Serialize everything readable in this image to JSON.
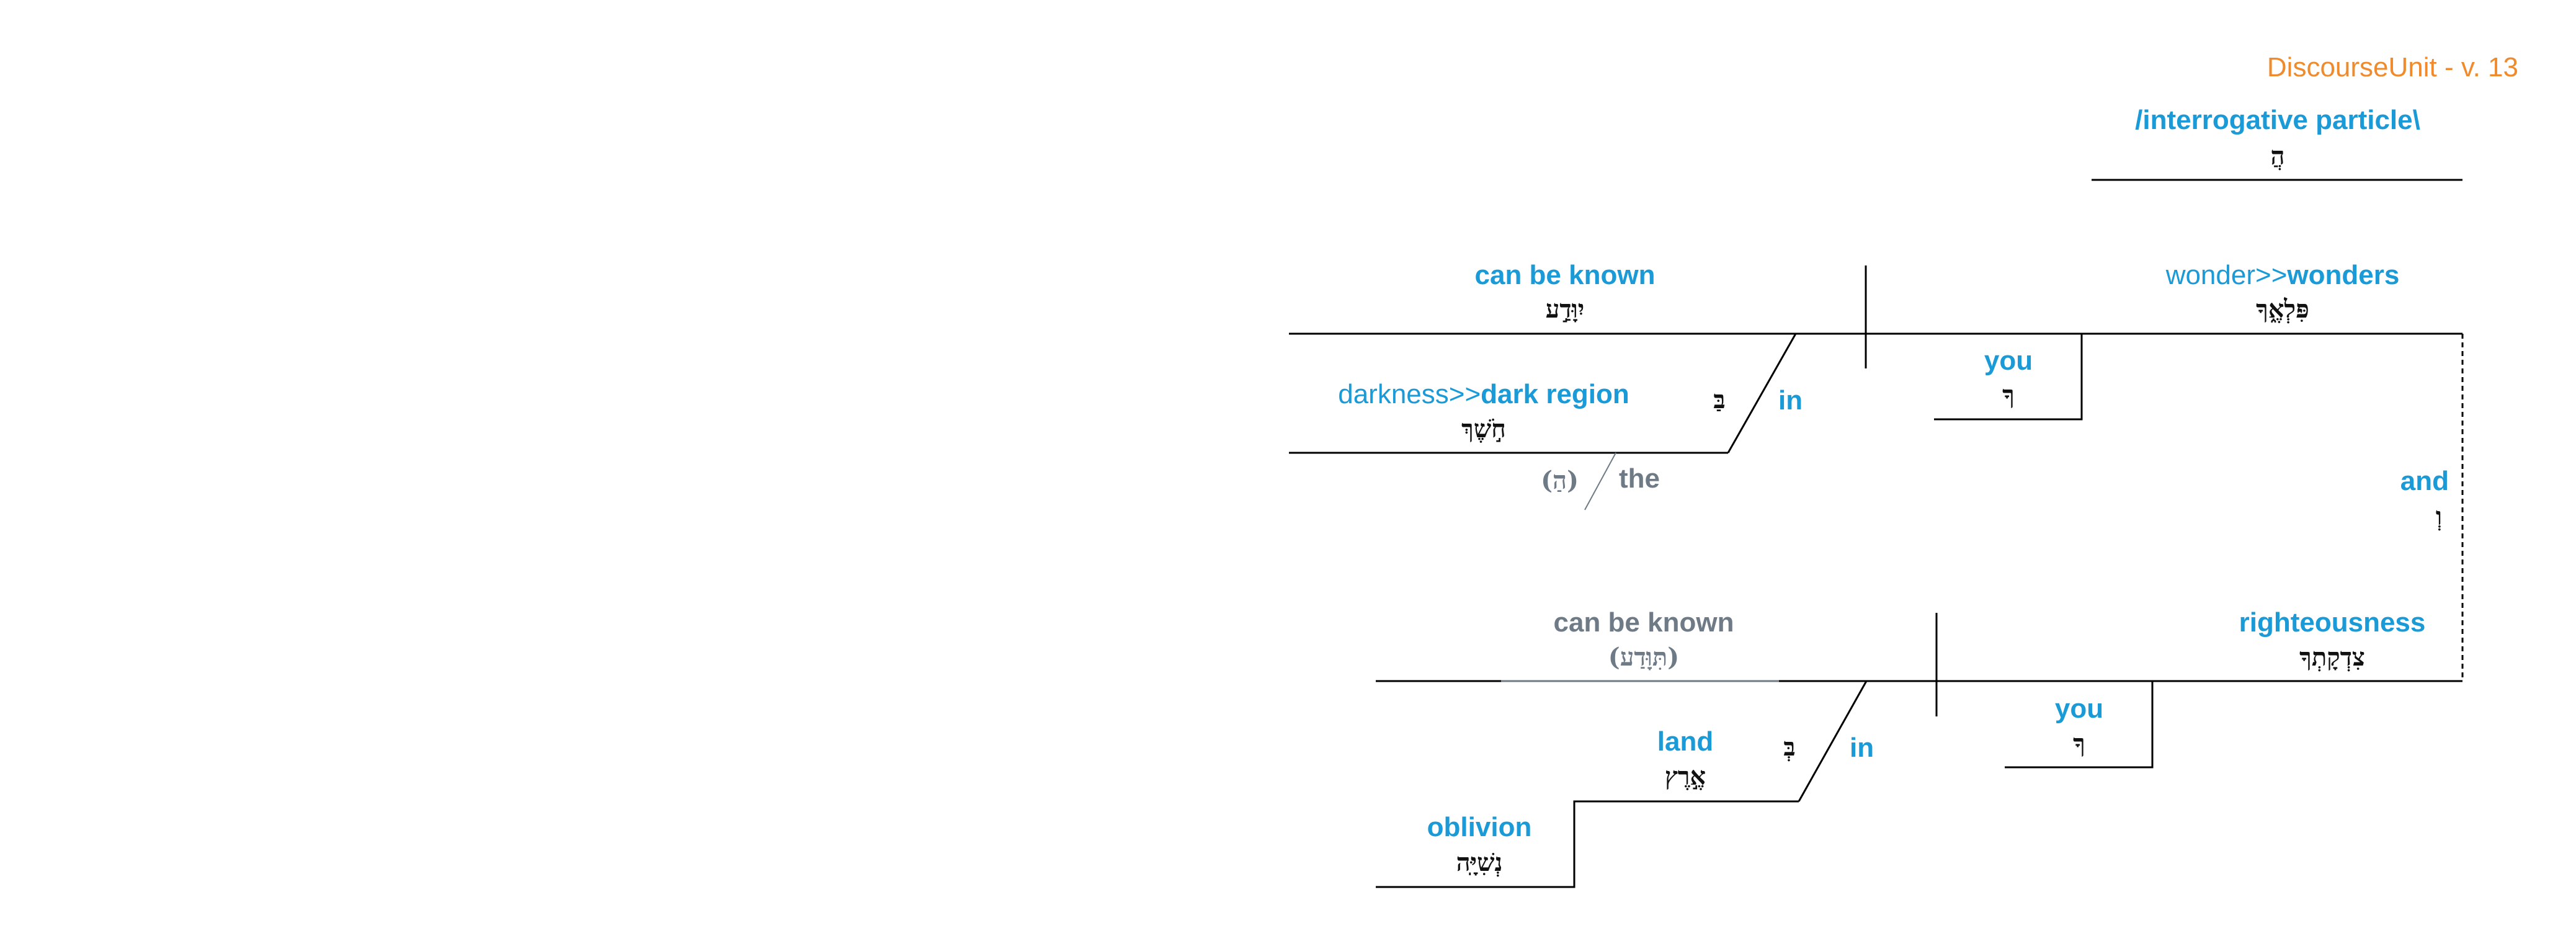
{
  "colors": {
    "gloss": "#1a9ad6",
    "implied": "#6f7a87",
    "heading": "#ef8b2c",
    "hebrew": "#111111"
  },
  "heading": "DiscourseUnit - v. 13",
  "clause1": {
    "interrogative": {
      "gloss": "/interrogative particle\\",
      "hebrew": "הֲ"
    },
    "subject": {
      "gloss_plain": "wonder>>",
      "gloss_bold": "wonders",
      "hebrew": "פִּלְאֶ֑ךָ"
    },
    "verb": {
      "gloss": "can be known",
      "hebrew": "יִוָּדַ֣ע"
    },
    "possessor": {
      "gloss": "you",
      "hebrew": "ךָ"
    },
    "prep": {
      "gloss": "in",
      "hebrew": "בַּ"
    },
    "object": {
      "gloss_plain": "darkness>>",
      "gloss_bold": "dark region",
      "hebrew": "חֹ֣שֶׁךְ"
    },
    "article": {
      "gloss": "the",
      "hebrew": "(הַ)"
    }
  },
  "conjunction": {
    "gloss": "and",
    "hebrew": "וְ"
  },
  "clause2": {
    "subject": {
      "gloss": "righteousness",
      "hebrew": "צִדְקָתְךָ"
    },
    "verb": {
      "gloss": "can be known",
      "hebrew": "(תִּוָּדַע)"
    },
    "possessor": {
      "gloss": "you",
      "hebrew": "ךָ"
    },
    "prep": {
      "gloss": "in",
      "hebrew": "בְּ"
    },
    "object": {
      "gloss": "land",
      "hebrew": "אֶ֣רֶץ"
    },
    "modifier": {
      "gloss": "oblivion",
      "hebrew": "נְשִׁיָּֽה"
    }
  }
}
